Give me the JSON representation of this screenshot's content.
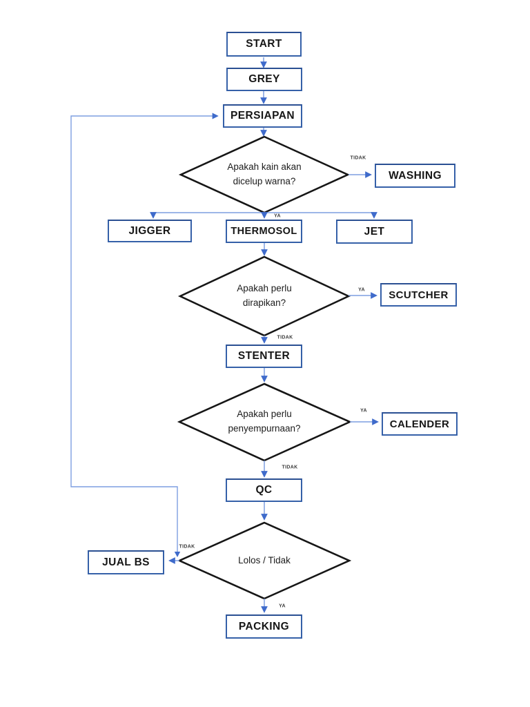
{
  "colors": {
    "background": "#ffffff",
    "box_border": "#3560a8",
    "diamond_stroke": "#161616",
    "line": "#7d9ee0",
    "arrow": "#3f6bcb",
    "text": "#161616",
    "label": "#3a3a3a"
  },
  "flowchart": {
    "nodes": {
      "start": "START",
      "grey": "GREY",
      "persiapan": "PERSIAPAN",
      "washing": "WASHING",
      "jigger": "JIGGER",
      "thermosol": "THERMOSOL",
      "jet": "JET",
      "scutcher": "SCUTCHER",
      "stenter": "STENTER",
      "calender": "CALENDER",
      "qc": "QC",
      "jual_bs": "JUAL BS",
      "packing": "PACKING"
    },
    "decisions": {
      "dye": "Apakah kain akan dicelup warna?",
      "tidy": "Apakah perlu dirapikan?",
      "finishing": "Apakah perlu penyempurnaan?",
      "pass": "Lolos / Tidak"
    },
    "edge_labels": {
      "ya": "YA",
      "tidak": "TIDAK"
    }
  }
}
